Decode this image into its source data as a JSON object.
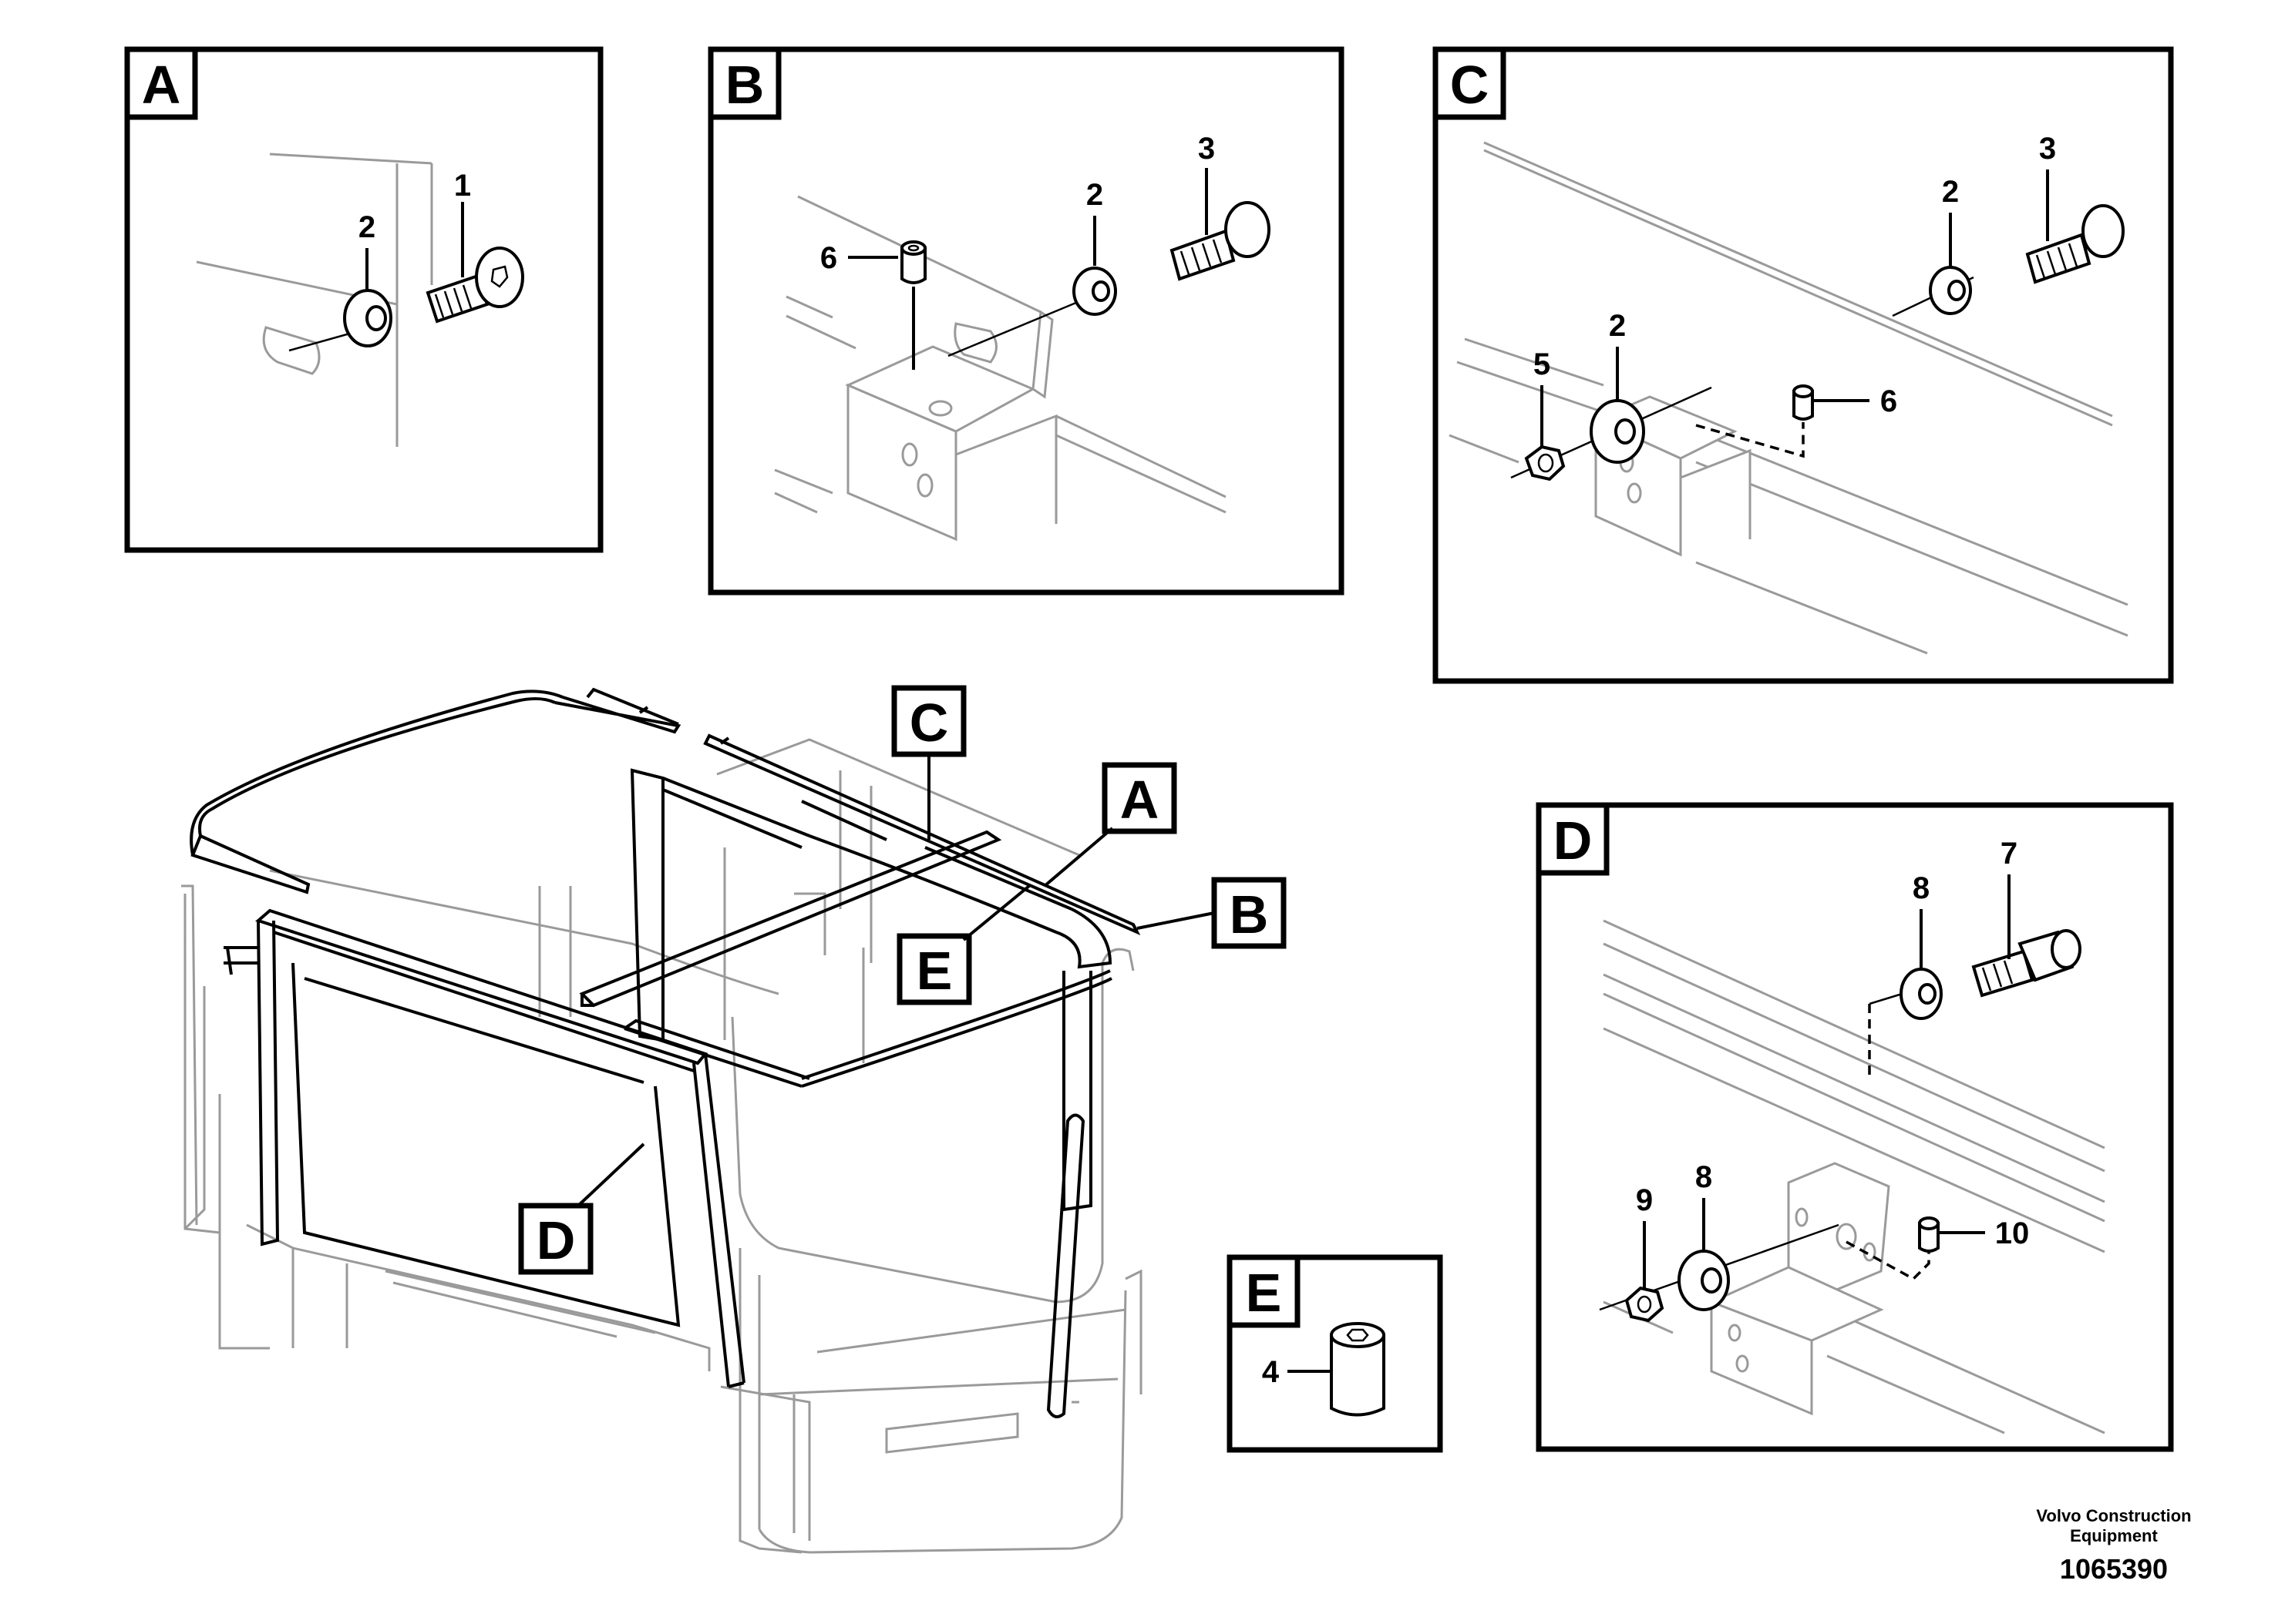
{
  "detail_views": {
    "A": {
      "tag": "A",
      "callouts": [
        "1",
        "2"
      ]
    },
    "B": {
      "tag": "B",
      "callouts": [
        "2",
        "3",
        "6"
      ]
    },
    "C": {
      "tag": "C",
      "callouts": [
        "2",
        "3",
        "2",
        "5",
        "6"
      ]
    },
    "D": {
      "tag": "D",
      "callouts": [
        "7",
        "8",
        "8",
        "9",
        "10"
      ]
    },
    "E": {
      "tag": "E",
      "callouts": [
        "4"
      ]
    }
  },
  "main_view": {
    "tags": [
      "C",
      "A",
      "B",
      "E",
      "D"
    ]
  },
  "footer": {
    "company_line1": "Volvo Construction",
    "company_line2": "Equipment",
    "drawing_number": "1065390"
  }
}
